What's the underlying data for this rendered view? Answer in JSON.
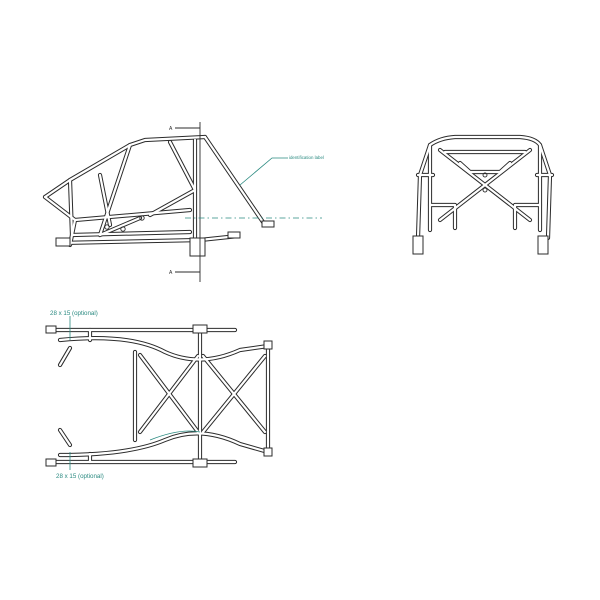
{
  "labels": {
    "identification_label": "identification label",
    "optional_top": "28 x 15 (optional)",
    "optional_bottom": "28 x 15 (optional)",
    "section_top": "A",
    "section_bottom": "A"
  },
  "colors": {
    "line": "#2b2b2b",
    "annotation": "#2a8a80",
    "background": "#ffffff"
  }
}
